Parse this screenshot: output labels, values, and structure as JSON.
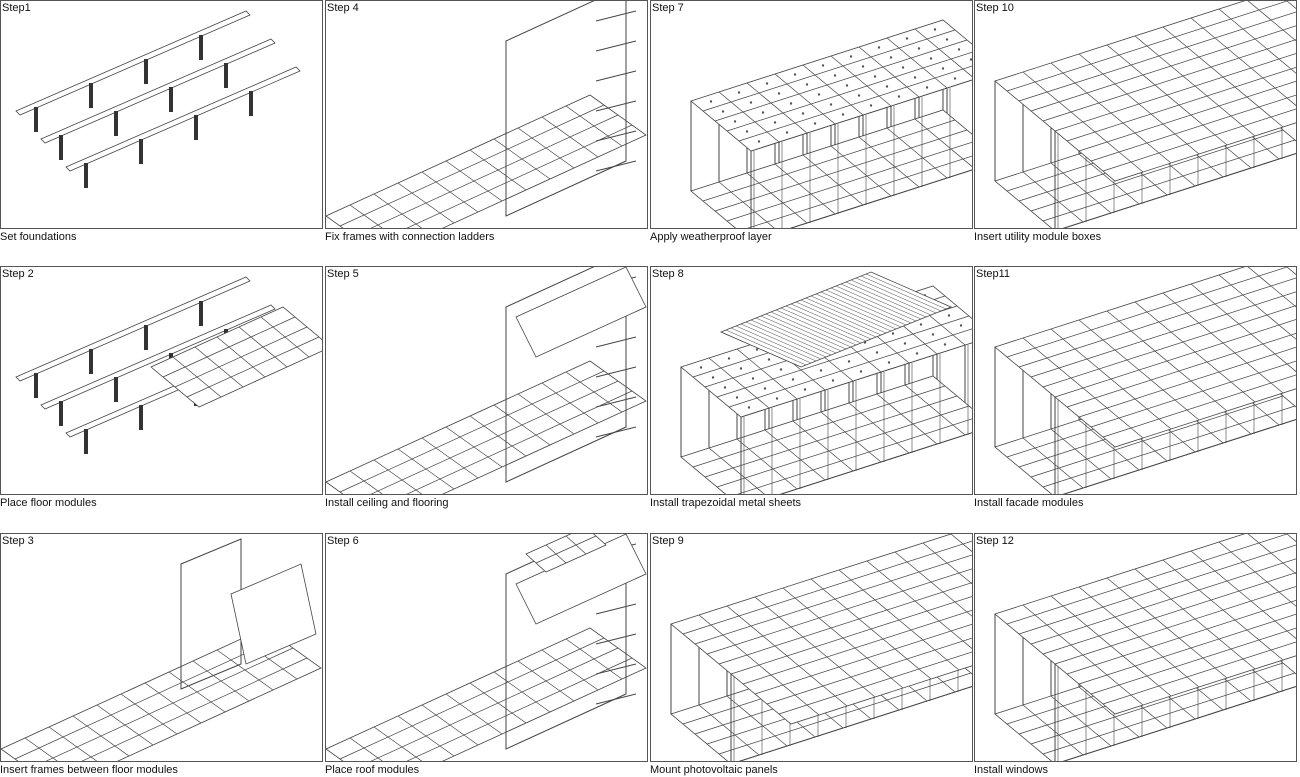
{
  "steps": [
    {
      "label": "Step1",
      "caption": "Set foundations",
      "kind": "foundations"
    },
    {
      "label": "Step 4",
      "caption": "Fix frames with connection ladders",
      "kind": "ladders"
    },
    {
      "label": "Step 7",
      "caption": "Apply weatherproof layer",
      "kind": "weather"
    },
    {
      "label": "Step 10",
      "caption": "Insert utility module boxes",
      "kind": "utility"
    },
    {
      "label": "Step 2",
      "caption": "Place floor modules",
      "kind": "floor"
    },
    {
      "label": "Step 5",
      "caption": "Install ceiling and flooring",
      "kind": "ceiling"
    },
    {
      "label": "Step 8",
      "caption": "Install trapezoidal metal sheets",
      "kind": "sheets"
    },
    {
      "label": "Step11",
      "caption": "Install facade modules",
      "kind": "facade"
    },
    {
      "label": "Step 3",
      "caption": "Insert frames between floor modules",
      "kind": "frames"
    },
    {
      "label": "Step 6",
      "caption": "Place roof modules",
      "kind": "roof"
    },
    {
      "label": "Step 9",
      "caption": "Mount photovoltaic panels",
      "kind": "pv"
    },
    {
      "label": "Step 12",
      "caption": "Install windows",
      "kind": "windows"
    }
  ]
}
